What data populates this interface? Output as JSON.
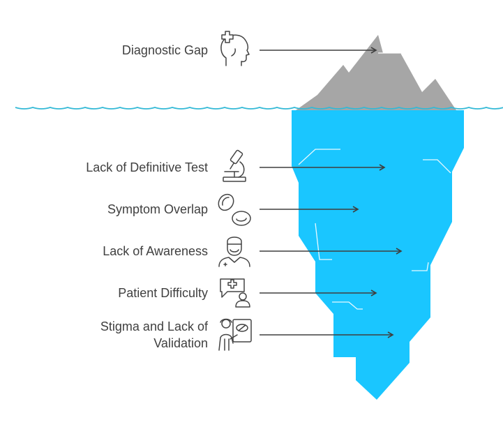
{
  "diagram": {
    "items": [
      {
        "label": "Diagnostic Gap",
        "icon": "head-medical-cross-icon"
      },
      {
        "label": "Lack of Definitive Test",
        "icon": "microscope-icon"
      },
      {
        "label": "Symptom Overlap",
        "icon": "blood-cells-icon"
      },
      {
        "label": "Lack of Awareness",
        "icon": "doctor-icon"
      },
      {
        "label": "Patient Difficulty",
        "icon": "patient-chat-cross-icon"
      },
      {
        "label_lines": [
          "Stigma and Lack of",
          "Validation"
        ],
        "icon": "doctor-eye-board-icon"
      }
    ]
  },
  "colors": {
    "above_water": "#a6a6a6",
    "below_water": "#1ac6ff",
    "water_line": "#33b9d6",
    "text": "#3f3f3f",
    "arrows": "#3f3f3f",
    "icon_stroke": "#444444"
  }
}
